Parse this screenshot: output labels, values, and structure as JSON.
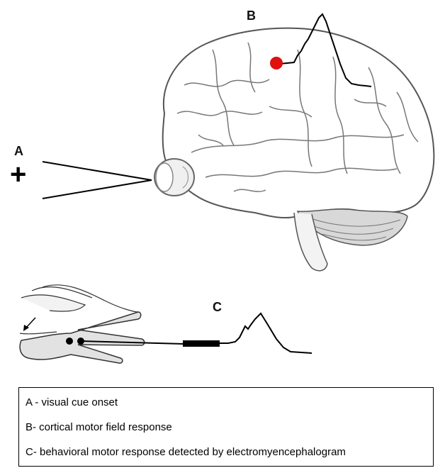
{
  "panels": {
    "a": "A",
    "b": "B",
    "c": "C"
  },
  "cue_symbol": "+",
  "legend": {
    "a": "A - visual cue onset",
    "b": "B-  cortical motor field response",
    "c": "C- behavioral motor response detected by electromyencephalogram"
  },
  "icons": [
    "brain-illustration",
    "eye-illustration",
    "hand-illustration",
    "electrode-icon",
    "cortical-site-marker"
  ],
  "colors": {
    "cortical_site": "#e01010",
    "lines": "#000000"
  }
}
